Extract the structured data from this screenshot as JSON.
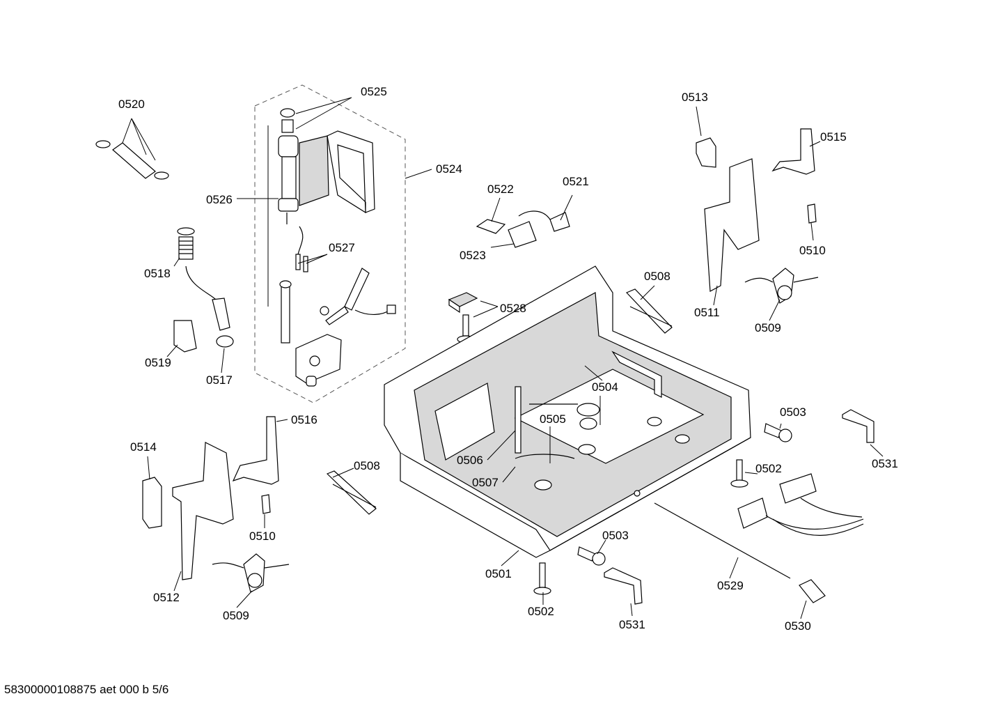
{
  "footer": "58300000108875 aet 000 b 5/6",
  "labels": {
    "0520": "0520",
    "0525": "0525",
    "0524": "0524",
    "0526": "0526",
    "0527": "0527",
    "0518": "0518",
    "0519": "0519",
    "0517": "0517",
    "0522": "0522",
    "0521": "0521",
    "0523": "0523",
    "0513": "0513",
    "0515": "0515",
    "0510a": "0510",
    "0511": "0511",
    "0509a": "0509",
    "0508a": "0508",
    "0528": "0528",
    "0504": "0504",
    "0503a": "0503",
    "0531a": "0531",
    "0505": "0505",
    "0506": "0506",
    "0507": "0507",
    "0502a": "0502",
    "0514": "0514",
    "0516": "0516",
    "0508b": "0508",
    "0510b": "0510",
    "0512": "0512",
    "0509b": "0509",
    "0503b": "0503",
    "0501": "0501",
    "0502b": "0502",
    "0531b": "0531",
    "0529": "0529",
    "0530": "0530"
  }
}
